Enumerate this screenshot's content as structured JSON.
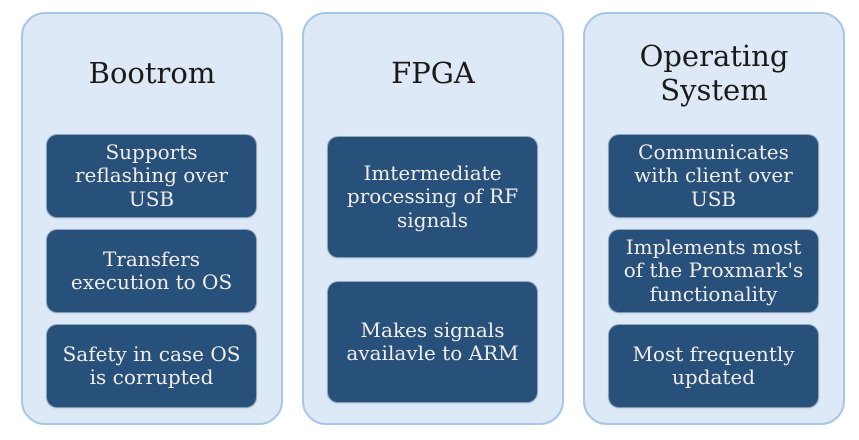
{
  "diagram": {
    "columns": [
      {
        "title": "Bootrom",
        "items": [
          "Supports reflashing over USB",
          "Transfers execution to OS",
          "Safety in case OS is corrupted"
        ]
      },
      {
        "title": "FPGA",
        "items": [
          "Imtermediate processing of RF signals",
          "Makes signals availavle to ARM"
        ]
      },
      {
        "title": "Operating System",
        "items": [
          "Communicates with client over USB",
          "Implements most of the Proxmark's functionality",
          "Most frequently updated"
        ]
      }
    ]
  },
  "theme": {
    "page_bg": "#ffffff",
    "panel_bg": "#dde9f6",
    "panel_border": "#a9c6e4",
    "card_bg": "#27517a",
    "card_text": "#f1ede6",
    "title_text": "#1c1a16"
  }
}
